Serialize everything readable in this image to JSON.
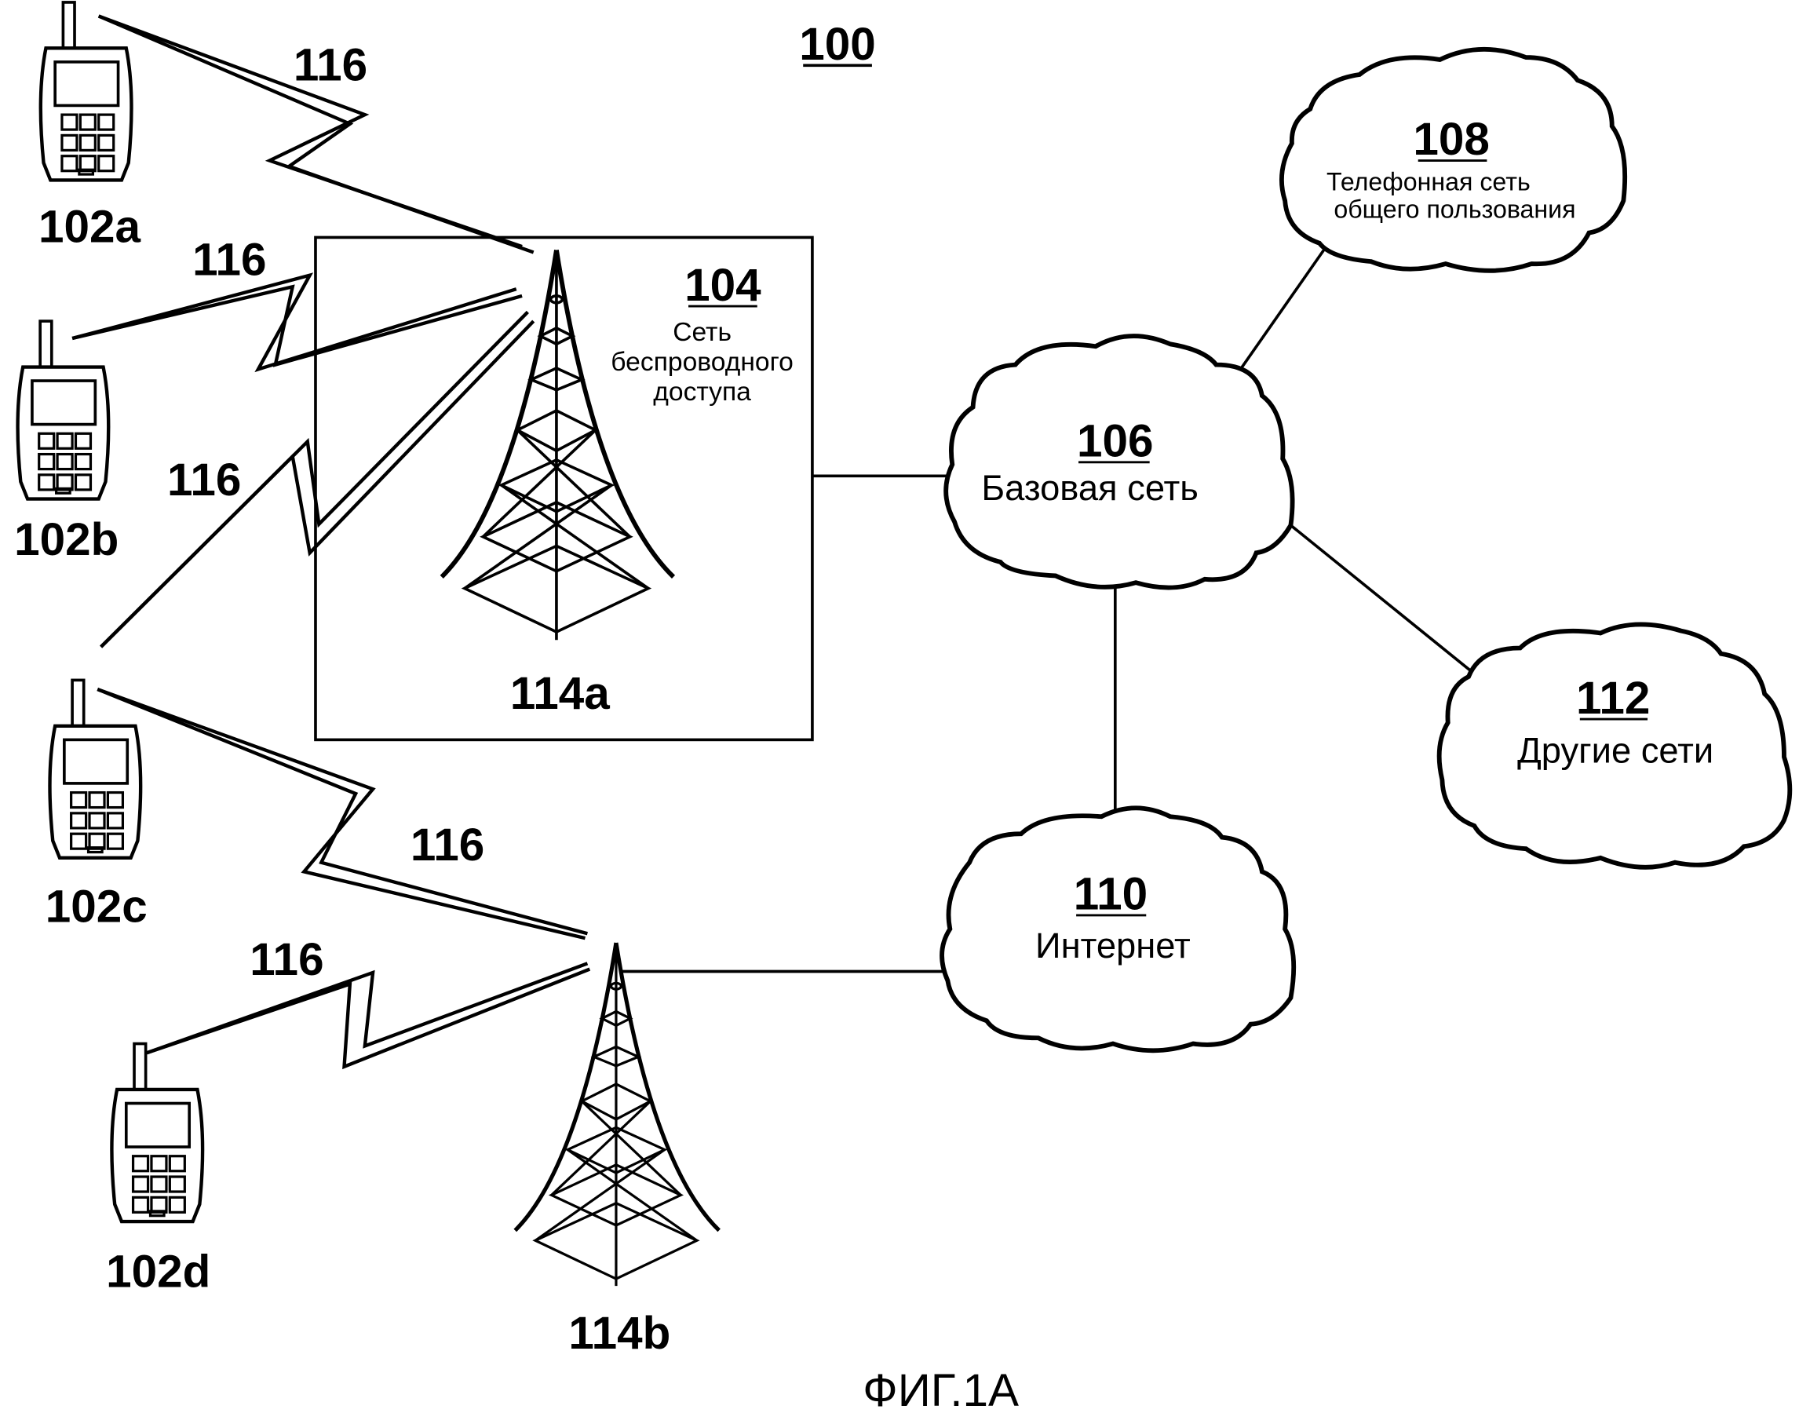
{
  "figure": {
    "ref": "100",
    "caption": "ФИГ.1А"
  },
  "wtrus": [
    {
      "ref": "102a"
    },
    {
      "ref": "102b"
    },
    {
      "ref": "102c"
    },
    {
      "ref": "102d"
    }
  ],
  "air_interface": {
    "ref": "116",
    "labels": [
      "116",
      "116",
      "116",
      "116",
      "116"
    ]
  },
  "ran": {
    "ref": "104",
    "lines": [
      "Сеть",
      "беспроводного",
      "доступа"
    ]
  },
  "base_stations": [
    {
      "ref": "114a"
    },
    {
      "ref": "114b"
    }
  ],
  "core_network": {
    "ref": "106",
    "label": "Базовая сеть"
  },
  "pstn": {
    "ref": "108",
    "lines": [
      "Телефонная сеть",
      "общего пользования"
    ]
  },
  "internet": {
    "ref": "110",
    "label": "Интернет"
  },
  "other_networks": {
    "ref": "112",
    "label": "Другие сети"
  },
  "colors": {
    "ink": "#000000",
    "paper": "#ffffff"
  }
}
